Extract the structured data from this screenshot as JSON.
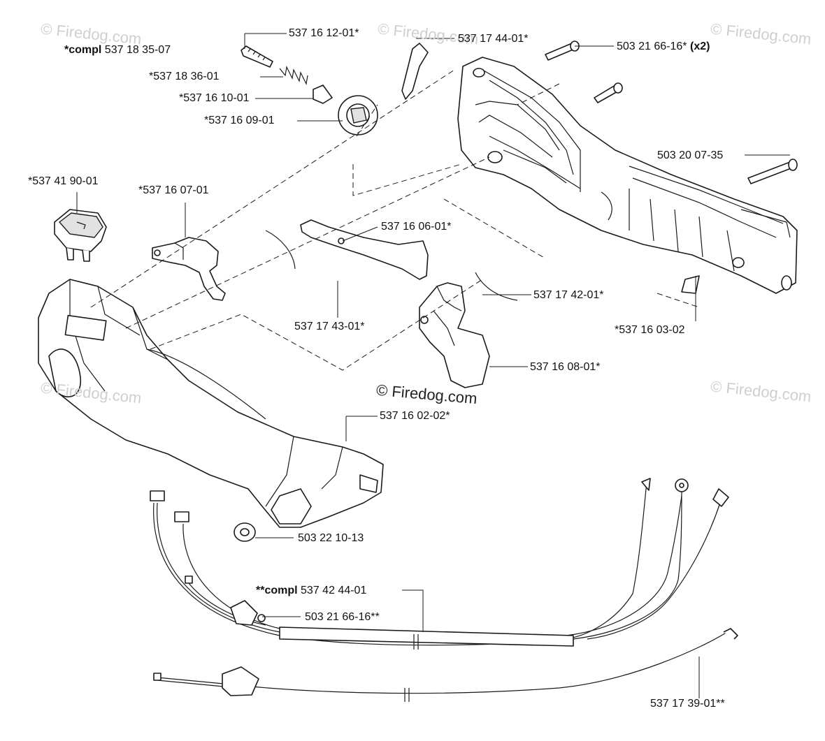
{
  "watermarks": {
    "top_left": "© Firedog.com",
    "top_middle": "© Firedog.com",
    "top_right": "© Firedog.com",
    "mid_left": "© Firedog.com",
    "mid_right": "© Firedog.com"
  },
  "copyright": "© Firedog.com",
  "assemblies": {
    "top": {
      "prefix": "*compl",
      "number": "537 18 35-07"
    },
    "wiring": {
      "prefix": "**compl",
      "number": "537 42 44-01"
    }
  },
  "parts": {
    "p1": "537 16 12-01*",
    "p2": "537 17 44-01*",
    "p3": "503 21 66-16*",
    "p3_qty": "(x2)",
    "p4": "*537 18 36-01",
    "p5": "*537 16 10-01",
    "p6": "*537 16 09-01",
    "p7": "503 20 07-35",
    "p8": "*537 41 90-01",
    "p9": "*537 16 07-01",
    "p10": "537 16 06-01*",
    "p11": "537 17 42-01*",
    "p12": "537 17 43-01*",
    "p13": "*537 16 03-02",
    "p14": "537 16 08-01*",
    "p15": "537 16 02-02*",
    "p16": "503 22 10-13",
    "p17": "503 21 66-16**",
    "p18": "537 17 39-01**"
  }
}
